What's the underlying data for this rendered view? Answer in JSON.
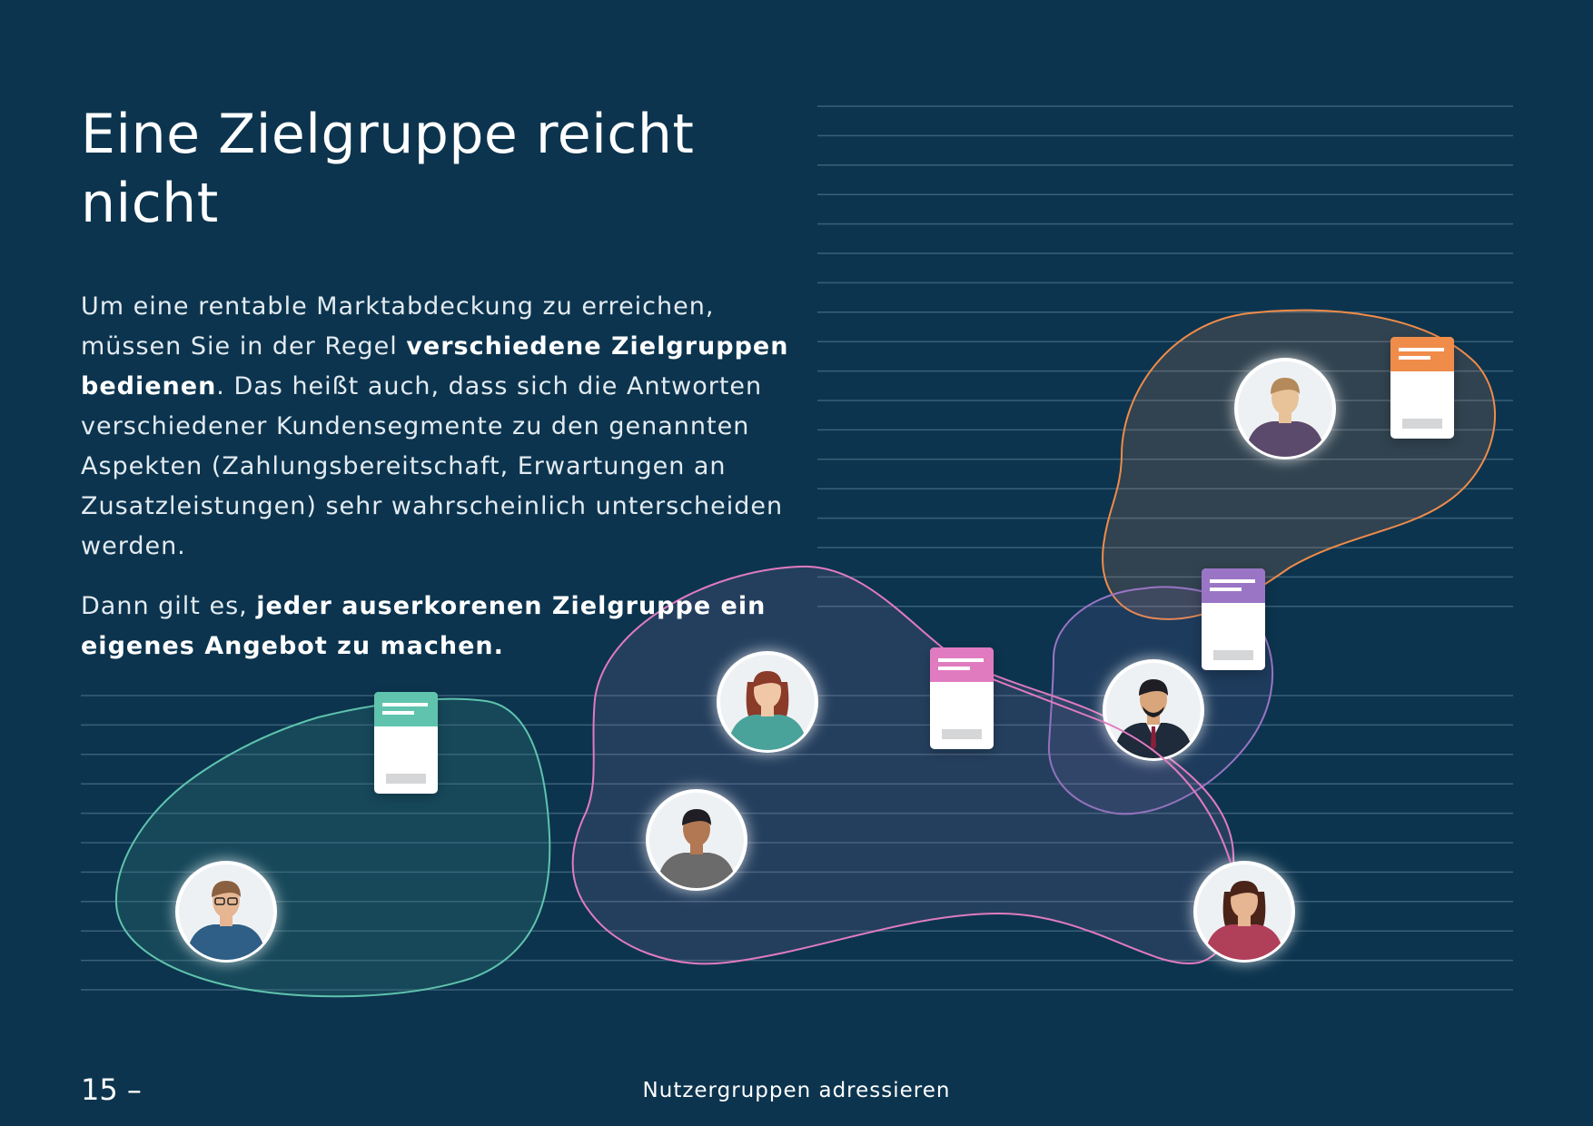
{
  "title_line1": "Eine Zielgruppe reicht",
  "title_line2": "nicht",
  "paragraph1": {
    "part1": "Um eine rentable Marktabdeckung zu erreichen, müssen Sie in der Regel ",
    "bold1": "verschiedene Zielgruppen bedienen",
    "part2": ". Das heißt auch, dass sich die Antworten verschiedener Kundensegmente zu den genannten Aspekten (Zahlungsbereitschaft, Erwartungen an Zusatzleistungen) sehr wahrscheinlich unterscheiden werden."
  },
  "paragraph2": {
    "part1": "Dann gilt es, ",
    "bold1": "jeder auserkorenen Zielgruppe ein eigenes Angebot zu machen."
  },
  "footer": {
    "page_number": "15 –",
    "section_title": "Nutzergruppen adressieren"
  },
  "colors": {
    "background": "#0c344e",
    "teal": "#5fc3ad",
    "pink": "#e07bc0",
    "purple": "#9a75c6",
    "orange": "#f08c4a"
  },
  "illustration": {
    "icons": [
      "person-avatar-icon",
      "offer-card-icon"
    ]
  }
}
